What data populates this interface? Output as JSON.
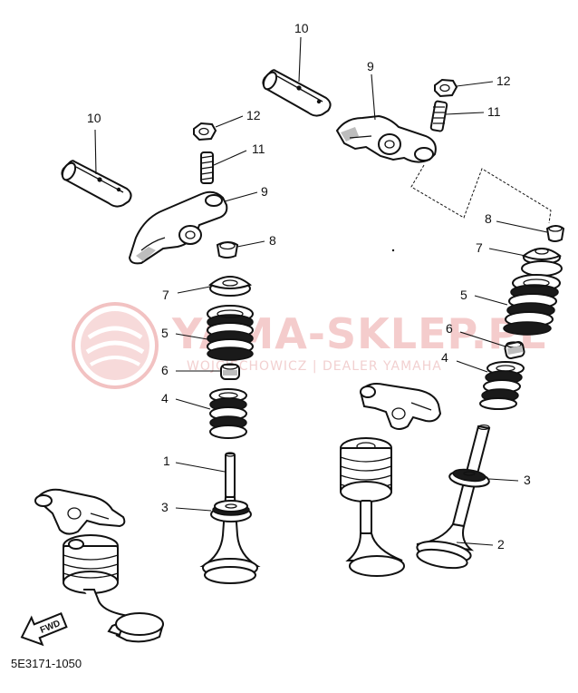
{
  "diagram": {
    "watermark": {
      "brand": "YAMA-SKLEP.PL",
      "subtitle": "WOJCIECHOWICZ | DEALER YAMAHA",
      "colors": {
        "primary": "#e7a7a7",
        "light": "#f3c7c7"
      }
    },
    "callouts": {
      "left_shaft": "10",
      "left_nut": "12",
      "left_adjuster": "11",
      "left_rocker": "9",
      "left_collet": "8",
      "left_retainer": "7",
      "left_outer_spring": "5",
      "left_seal": "6",
      "left_inner_spring": "4",
      "left_valve": "1",
      "left_seat": "3",
      "right_shaft": "10",
      "right_rocker": "9",
      "right_nut": "12",
      "right_adjuster": "11",
      "right_collet": "8",
      "right_retainer": "7",
      "right_outer_spring": "5",
      "right_seal": "6",
      "right_inner_spring": "4",
      "right_seat": "3",
      "right_valve": "2"
    },
    "fwd_label": "FWD",
    "code": "5E3171-1050"
  }
}
